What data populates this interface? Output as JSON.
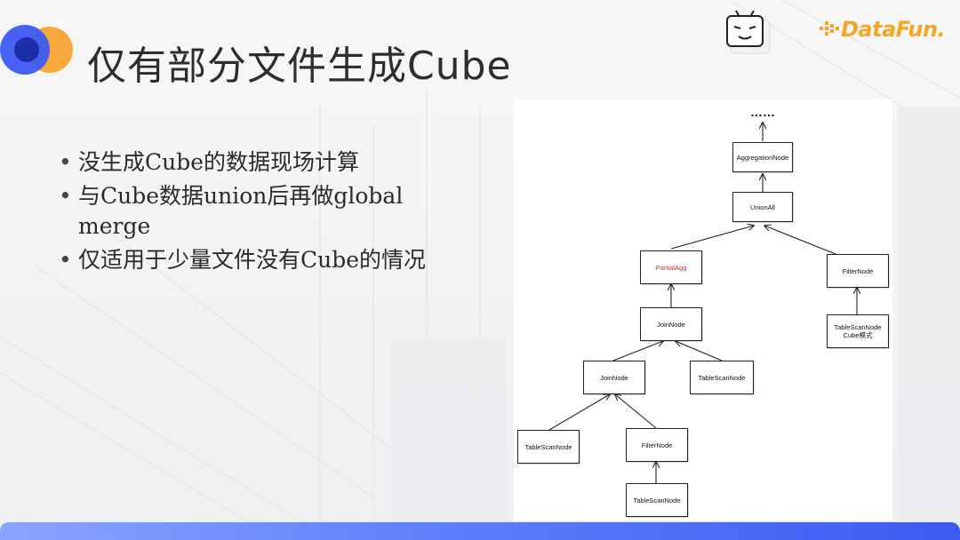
{
  "slide": {
    "title": "仅有部分文件生成Cube",
    "brand": "DataFun.",
    "bullets": [
      "没生成Cube的数据现场计算",
      "与Cube数据union后再做global merge",
      "仅适用于少量文件没有Cube的情况"
    ]
  },
  "diagram": {
    "top_ellipsis": "……",
    "nodes": {
      "aggregation": "AggregationNode",
      "union": "UnionAll",
      "partial_agg": "PartialAgg",
      "filter_right": "FilterNode",
      "tablescan_cube": "TableScanNode\nCube模式",
      "join_upper": "JoinNode",
      "join_lower": "JoinNode",
      "tablescan_mid": "TableScanNode",
      "tablescan_left": "TableScanNode",
      "filter_lower": "FilterNode",
      "tablescan_bottom": "TableScanNode"
    }
  },
  "colors": {
    "accent_orange": "#f5a623",
    "accent_blue": "#3d5af1",
    "highlight_red": "#d0342c"
  }
}
